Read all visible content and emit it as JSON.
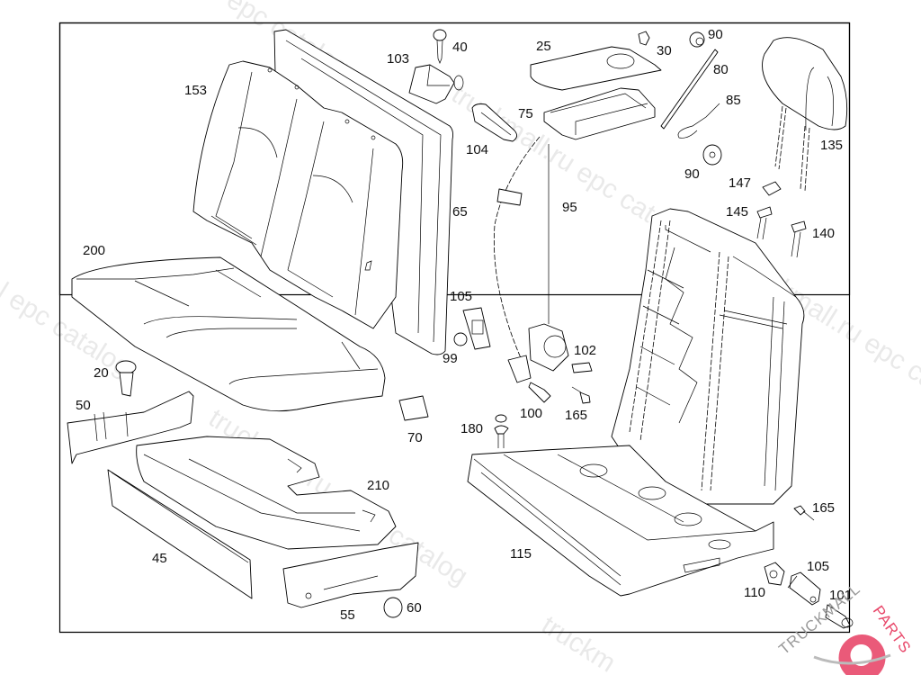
{
  "diagram": {
    "title": "Rear bench seat assembly exploded parts diagram",
    "watermarks": [
      "epc catalog",
      "truckmall.ru epc catalog",
      "truckmall.ru epc catalog",
      "l epc catalog",
      "truckmall.ru",
      "catalog",
      "truckm",
      "truckmall.ru e"
    ],
    "logo": {
      "text_dark": "TRUCKMALL",
      "text_accent": "PARTS",
      "accent_color": "#e8486a",
      "dark_color": "#888888"
    },
    "callouts": {
      "p153": "153",
      "p103": "103",
      "p40": "40",
      "p25": "25",
      "p30": "30",
      "p90a": "90",
      "p80": "80",
      "p85": "85",
      "p75": "75",
      "p104": "104",
      "p90b": "90",
      "p135": "135",
      "p147": "147",
      "p65": "65",
      "p95": "95",
      "p145": "145",
      "p140": "140",
      "p200": "200",
      "p105a": "105",
      "p99": "99",
      "p102": "102",
      "p20": "20",
      "p100": "100",
      "p165a": "165",
      "p50": "50",
      "p180": "180",
      "p70": "70",
      "p210": "210",
      "p165b": "165",
      "p45": "45",
      "p115": "115",
      "p105b": "105",
      "p110": "110",
      "p101": "101",
      "p55": "55",
      "p60": "60"
    }
  }
}
